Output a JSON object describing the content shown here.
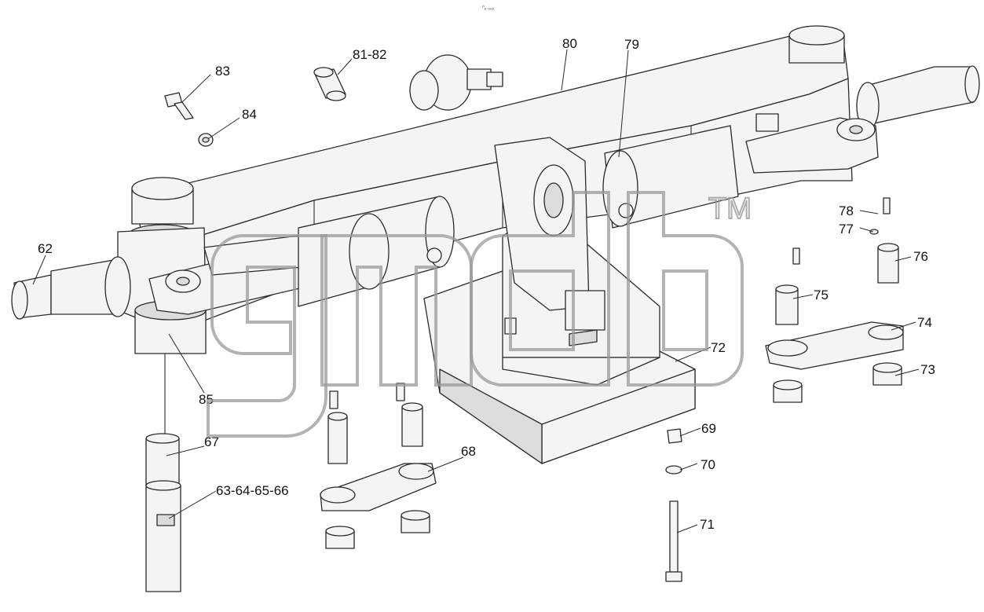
{
  "header_mark": "⁰ₒ ₒₒₒ",
  "watermark": {
    "text": "gmdb",
    "trademark": "TM"
  },
  "callouts": [
    {
      "id": "62",
      "label": "62"
    },
    {
      "id": "63",
      "label": "63-64-65-66"
    },
    {
      "id": "67",
      "label": "67"
    },
    {
      "id": "68",
      "label": "68"
    },
    {
      "id": "69",
      "label": "69"
    },
    {
      "id": "70",
      "label": "70"
    },
    {
      "id": "71",
      "label": "71"
    },
    {
      "id": "72",
      "label": "72"
    },
    {
      "id": "73",
      "label": "73"
    },
    {
      "id": "74",
      "label": "74"
    },
    {
      "id": "75",
      "label": "75"
    },
    {
      "id": "76",
      "label": "76"
    },
    {
      "id": "77",
      "label": "77"
    },
    {
      "id": "78",
      "label": "78"
    },
    {
      "id": "79",
      "label": "79"
    },
    {
      "id": "80",
      "label": "80"
    },
    {
      "id": "81",
      "label": "81-82"
    },
    {
      "id": "83",
      "label": "83"
    },
    {
      "id": "84",
      "label": "84"
    },
    {
      "id": "85",
      "label": "85"
    }
  ]
}
